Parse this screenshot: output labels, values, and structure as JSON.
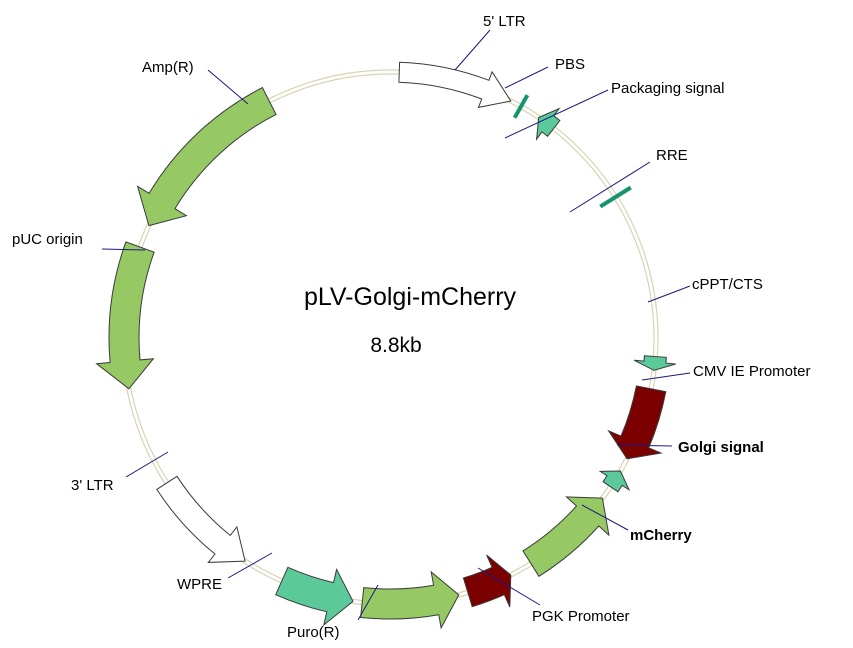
{
  "plasmid": {
    "name": "pLV-Golgi-mCherry",
    "size": "8.8kb"
  },
  "features": [
    {
      "id": "ltr5",
      "label": "5' LTR",
      "color": "#ffffff",
      "bold": false
    },
    {
      "id": "pbs",
      "label": "PBS",
      "color": "#13946c",
      "bold": false
    },
    {
      "id": "packaging",
      "label": "Packaging signal",
      "color": "#5bc99a",
      "bold": false
    },
    {
      "id": "rre",
      "label": "RRE",
      "color": "#13946c",
      "bold": false
    },
    {
      "id": "cppt",
      "label": "cPPT/CTS",
      "color": "#5bc99a",
      "bold": false
    },
    {
      "id": "cmv",
      "label": "CMV IE Promoter",
      "color": "#7b0000",
      "bold": false
    },
    {
      "id": "golgi",
      "label": "Golgi signal",
      "color": "#5bc99a",
      "bold": true
    },
    {
      "id": "mcherry",
      "label": "mCherry",
      "color": "#96c964",
      "bold": true
    },
    {
      "id": "pgk",
      "label": "PGK Promoter",
      "color": "#7b0000",
      "bold": false
    },
    {
      "id": "puro",
      "label": "Puro(R)",
      "color": "#96c964",
      "bold": false
    },
    {
      "id": "wpre",
      "label": "WPRE",
      "color": "#5bc99a",
      "bold": false
    },
    {
      "id": "ltr3",
      "label": "3' LTR",
      "color": "#ffffff",
      "bold": false
    },
    {
      "id": "puc",
      "label": "pUC origin",
      "color": "#96c964",
      "bold": false
    },
    {
      "id": "amp",
      "label": "Amp(R)",
      "color": "#96c964",
      "bold": false
    }
  ],
  "colors": {
    "backbone": "#d9d3b3",
    "leader": "#1a1a80",
    "feature_outline": "#3a3a3a"
  }
}
